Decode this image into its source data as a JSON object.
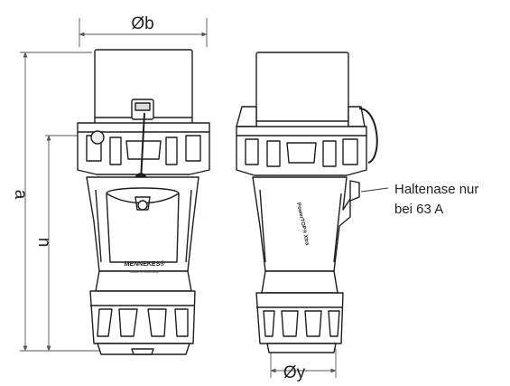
{
  "dimensions": {
    "width_label": "Øb",
    "height_a_label": "a",
    "height_n_label": "n",
    "bottom_diameter_label": "Øy"
  },
  "annotation": {
    "line1": "Haltenase nur",
    "line2": "bei 63 A"
  },
  "front_view": {
    "brand": "MENNEKES®",
    "brand_sub": "Made in Germany"
  },
  "side_view": {
    "product_label": "PowerTOP® Xtra"
  },
  "colors": {
    "line": "#1e1e1e",
    "fill": "#ffffff",
    "dim_line": "#555555"
  }
}
